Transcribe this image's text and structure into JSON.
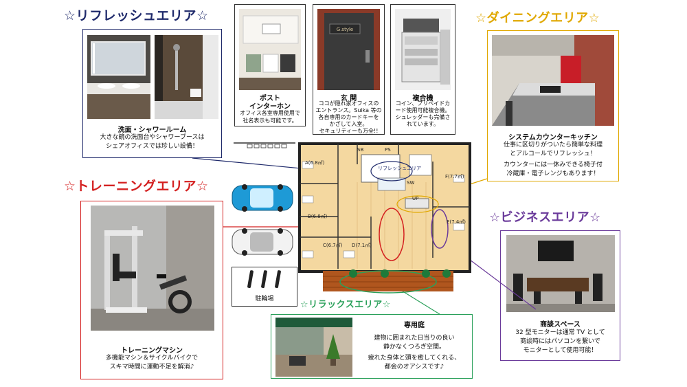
{
  "colors": {
    "refresh": "#1f2a6b",
    "training": "#d42020",
    "dining": "#e0a800",
    "business": "#6a3a9a",
    "relax": "#2aa05a"
  },
  "refresh": {
    "heading": "☆リフレッシュエリア☆",
    "caption_title": "洗面・シャワールーム",
    "caption_lines": [
      "大きな鏡の洗面台やシャワーブースは",
      "シェアオフィスでは珍しい設備！"
    ]
  },
  "post": {
    "title_lines": [
      "ポスト",
      "インターホン"
    ],
    "text_lines": [
      "オフィス各室専用使用で",
      "社名表示も可能です。"
    ]
  },
  "entrance": {
    "sign": "G.style",
    "title": "玄 関",
    "text_lines": [
      "ココが隠れ家オフィスの",
      "エントランス。Suika 等の",
      "各自専用のカードキーを",
      "かざして入室。",
      "セキュリティーも万全!!"
    ]
  },
  "copier": {
    "title": "複合機",
    "text_lines": [
      "コイン、プリペイドカ",
      "ード使用可能複合機。",
      "シュレッダーも完備さ",
      "れています。"
    ]
  },
  "dining": {
    "heading": "☆ダイニングエリア☆",
    "caption_title": "システムカウンターキッチン",
    "caption_lines": [
      "仕事に区切りがついたら簡単な料理",
      "とアルコールでリフレッシュ！",
      "カウンターには一休みできる椅子付",
      "冷蔵庫・電子レンジもあります！"
    ]
  },
  "training": {
    "heading": "☆トレーニングエリア☆",
    "caption_title": "トレーニングマシン",
    "caption_lines": [
      "多機能マシン＆サイクルバイクで",
      "スキマ時間に運動不足を解消♪"
    ]
  },
  "business": {
    "heading": "☆ビジネスエリア☆",
    "caption_title": "商談スペース",
    "caption_lines": [
      "32 型モニターは通常 TV として",
      "商談時にはパソコンを繋いで",
      "モニターとして使用可能！"
    ]
  },
  "relax": {
    "heading": "☆リラックスエリア☆",
    "caption_title": "専用庭",
    "caption_lines": [
      "建物に囲まれた日当りの良い",
      "静かなくつろぎ空間。",
      "疲れた身体と頭を癒してくれる、",
      "都会のオアシスです♪"
    ]
  },
  "floorplan": {
    "rooms": [
      "A(6.8㎡)",
      "B(6.8㎡)",
      "C(6.7㎡)",
      "D(7.1㎡)",
      "E(7.4㎡)",
      "F(7.7㎡)"
    ],
    "codes": [
      "SB",
      "PS",
      "SW",
      "UP"
    ],
    "area_label": "リフレッシュエリア",
    "parking": "駐輪場"
  }
}
